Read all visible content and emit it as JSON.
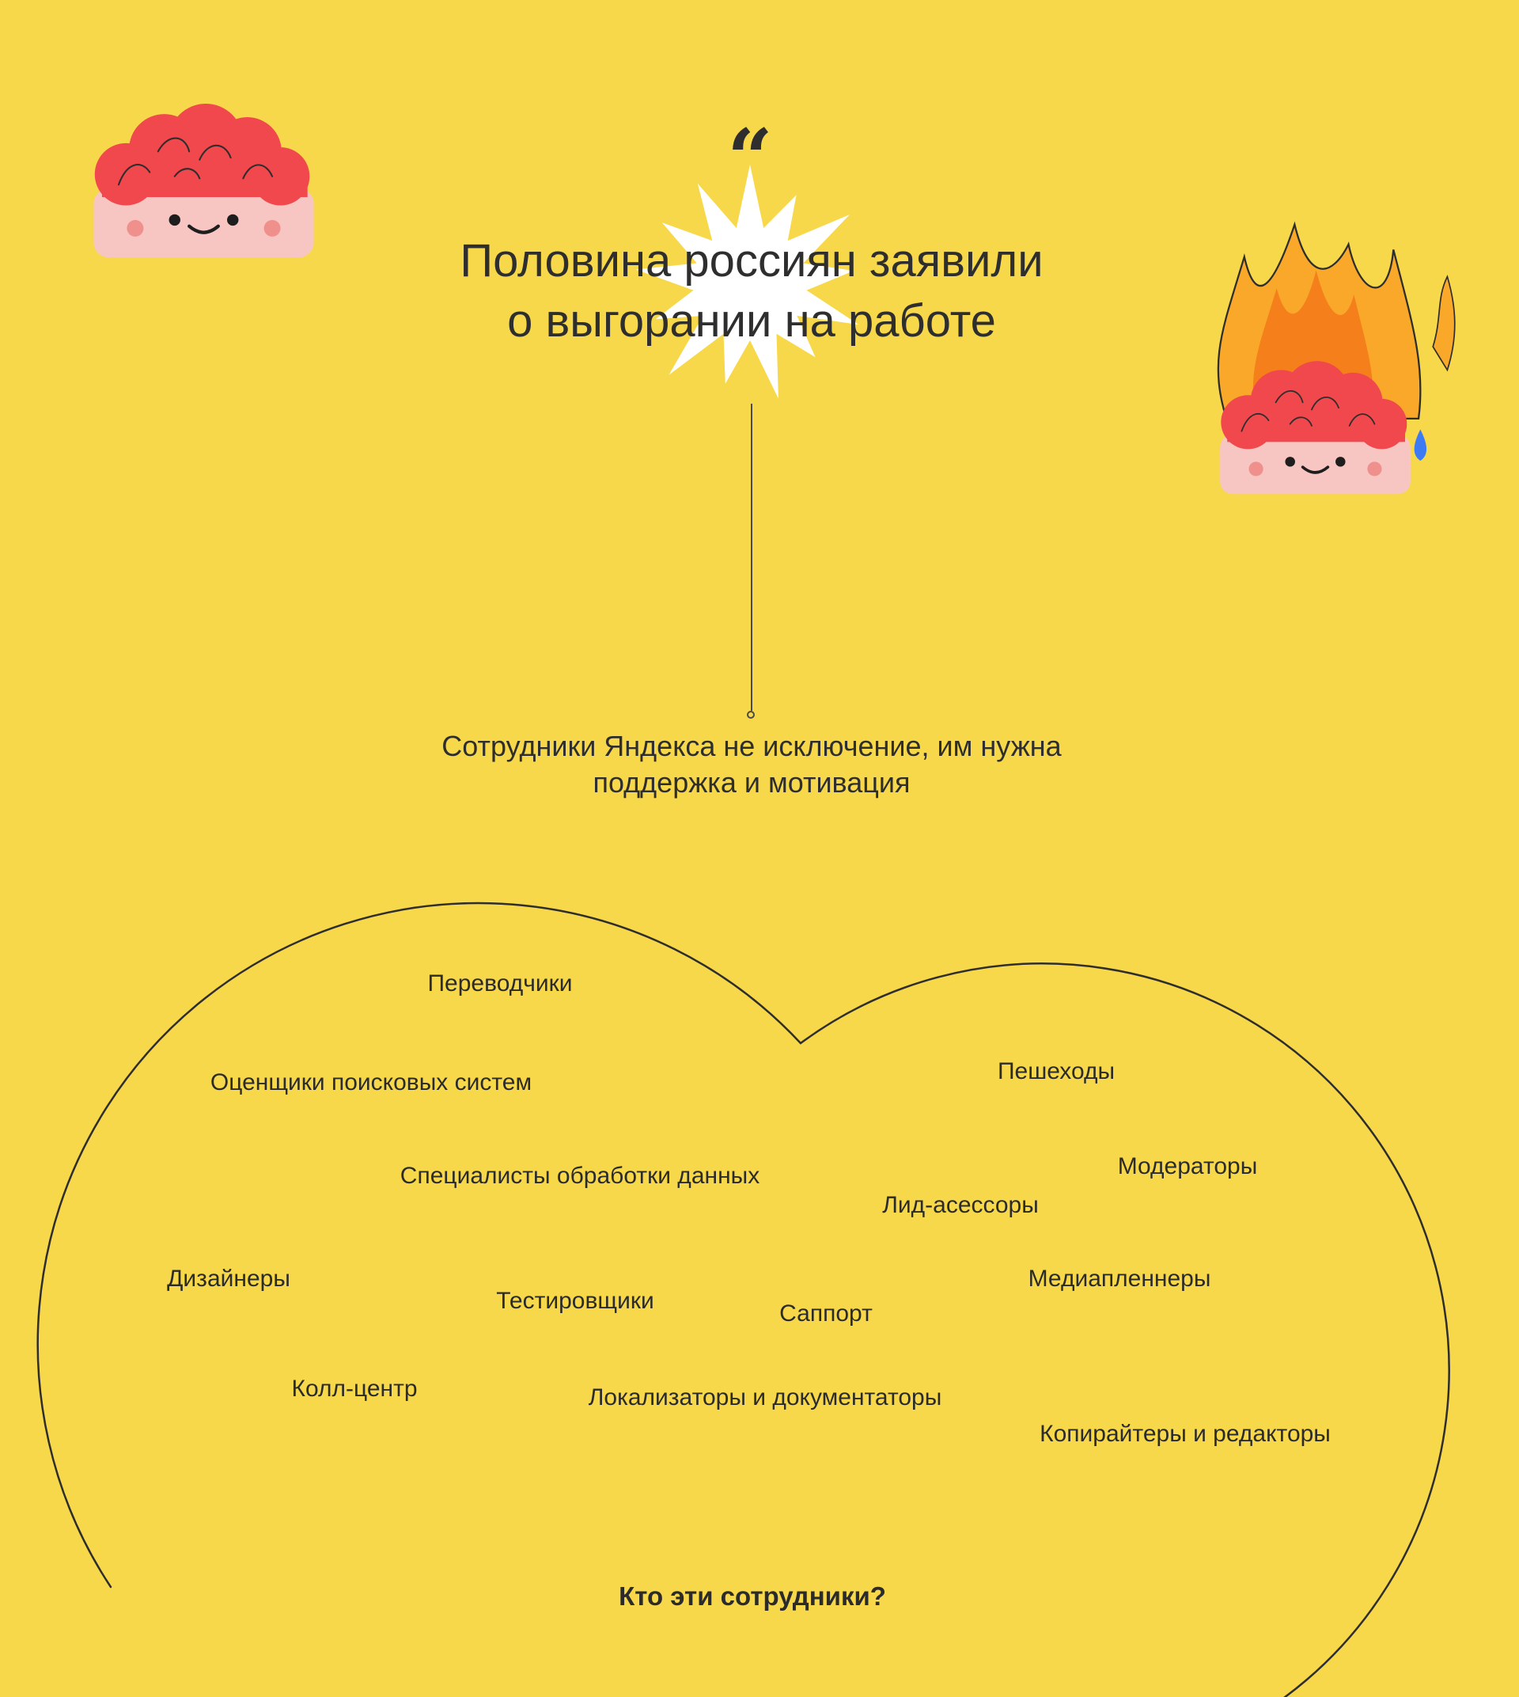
{
  "colors": {
    "background": "#F8D84B",
    "text": "#2E2E2E",
    "starburst_white": "#FFFFFF",
    "brain_red": "#F0484C",
    "face_pink": "#F7C6C2",
    "cheek_pink": "#F0908C",
    "flame_outer": "#F9A82A",
    "flame_inner": "#F57F1B",
    "tear_blue": "#3D7BF5",
    "outline_dark": "#2E2E2E"
  },
  "header": {
    "quote_mark": "“",
    "title_line1": "Половина россиян заявили",
    "title_line2": "о выгорании на работе"
  },
  "subtitle": {
    "line1": "Сотрудники Яндекса не исключение, им нужна",
    "line2": "поддержка и мотивация"
  },
  "roles": {
    "items": [
      "Переводчики",
      "Оценщики поисковых систем",
      "Пешеходы",
      "Специалисты обработки данных",
      "Лид-асессоры",
      "Модераторы",
      "Дизайнеры",
      "Тестировщики",
      "Саппорт",
      "Медиапленнеры",
      "Колл-центр",
      "Локализаторы и документаторы",
      "Копирайтеры и редакторы"
    ],
    "question": "Кто эти сотрудники?"
  },
  "icons": {
    "happy_brain": "happy-brain-icon",
    "burning_brain": "burning-brain-icon",
    "starburst": "starburst-icon",
    "tear": "tear-drop-icon",
    "quote": "quote-icon"
  }
}
